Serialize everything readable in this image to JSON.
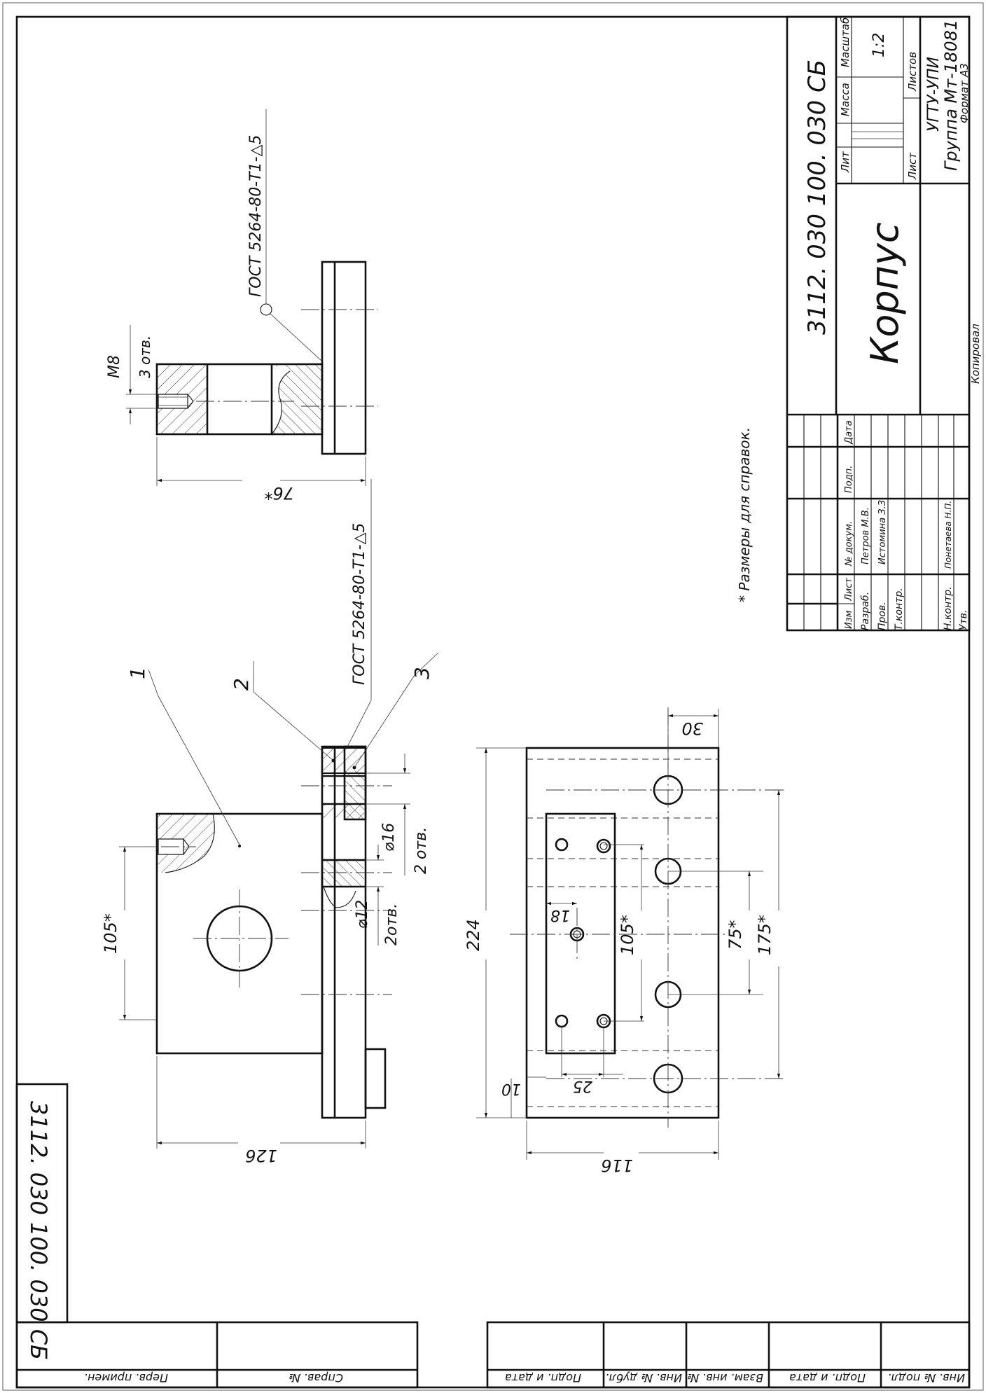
{
  "title_block": {
    "designation": "3112. 030 100. 030 СБ",
    "name": "Корпус",
    "col_lit": "Лит",
    "col_mass": "Масса",
    "col_scale": "Масштаб",
    "scale_value": "1:2",
    "sheet_label": "Лист",
    "sheets_label": "Листов",
    "organization": "УГТУ-УПИ",
    "group": "Группа Мт-18081",
    "copied": "Копировал",
    "format_label": "Формат",
    "format_value": "А3",
    "col_izm": "Изм",
    "col_list": "Лист",
    "col_doc": "№ докум.",
    "col_sign": "Подп.",
    "col_date": "Дата",
    "roles": [
      "Разраб.",
      "Пров.",
      "Т.контр.",
      "",
      "Н.контр.",
      "Утв."
    ],
    "role_names": [
      "Петров М.В.",
      "Истомина З.З.",
      "",
      "",
      "Понетаева Н.П.",
      ""
    ]
  },
  "notes": {
    "reference": "* Размеры для справок."
  },
  "leaders": {
    "pos1": "1",
    "pos2": "2",
    "pos3": "3",
    "weld_main": "ГОСТ 5264-80-Т1-△5",
    "weld_top": "ГОСТ 5264-80-Т1-△5"
  },
  "dimensions": {
    "d105_side": "105*",
    "d126": "126",
    "d12": "⌀12",
    "d12_count": "2отв.",
    "d16": "⌀16",
    "d16_count": "2 отв.",
    "d224": "224",
    "d116": "116",
    "d30": "30",
    "d18": "18",
    "d105_plan": "105*",
    "d75": "75*",
    "d175": "175*",
    "d10": "10",
    "d25": "25",
    "m8": "М8",
    "m8_count": "3 отв.",
    "d76": "76*"
  },
  "side_stamp": {
    "designation": "3112. 030 100. 030 СБ"
  },
  "bottom_strip": {
    "cells": [
      "Перв. примен.",
      "Справ. №",
      "Подп. и дата",
      "Инв. № дубл.",
      "Взам. инв. №",
      "Подп. и дата",
      "Инв. № подл."
    ]
  }
}
